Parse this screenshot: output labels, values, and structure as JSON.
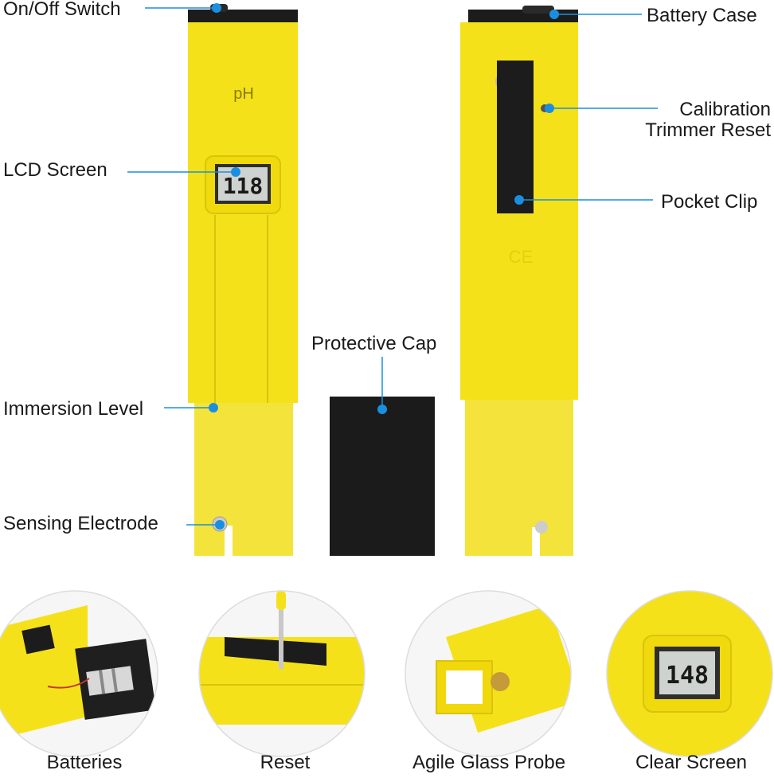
{
  "pen": {
    "ph_mark": "pH",
    "lcd_value": "118",
    "ce_mark": "CE"
  },
  "callouts": {
    "on_off_switch": "On/Off Switch",
    "lcd_screen": "LCD Screen",
    "immersion_level": "Immersion Level",
    "sensing_electrode": "Sensing Electrode",
    "protective_cap": "Protective Cap",
    "battery_case": "Battery Case",
    "calibration_line1": "Calibration",
    "calibration_line2": "Trimmer Reset",
    "pocket_clip": "Pocket Clip"
  },
  "details": {
    "batteries": "Batteries",
    "reset": "Reset",
    "probe": "Agile Glass Probe",
    "clear_screen": "Clear Screen",
    "clear_lcd_value": "148"
  },
  "colors": {
    "yellow": "#f5e11a",
    "yellow_dark": "#d9c40d",
    "black": "#1c1c1c",
    "callout_dot": "#1a8fe0"
  }
}
